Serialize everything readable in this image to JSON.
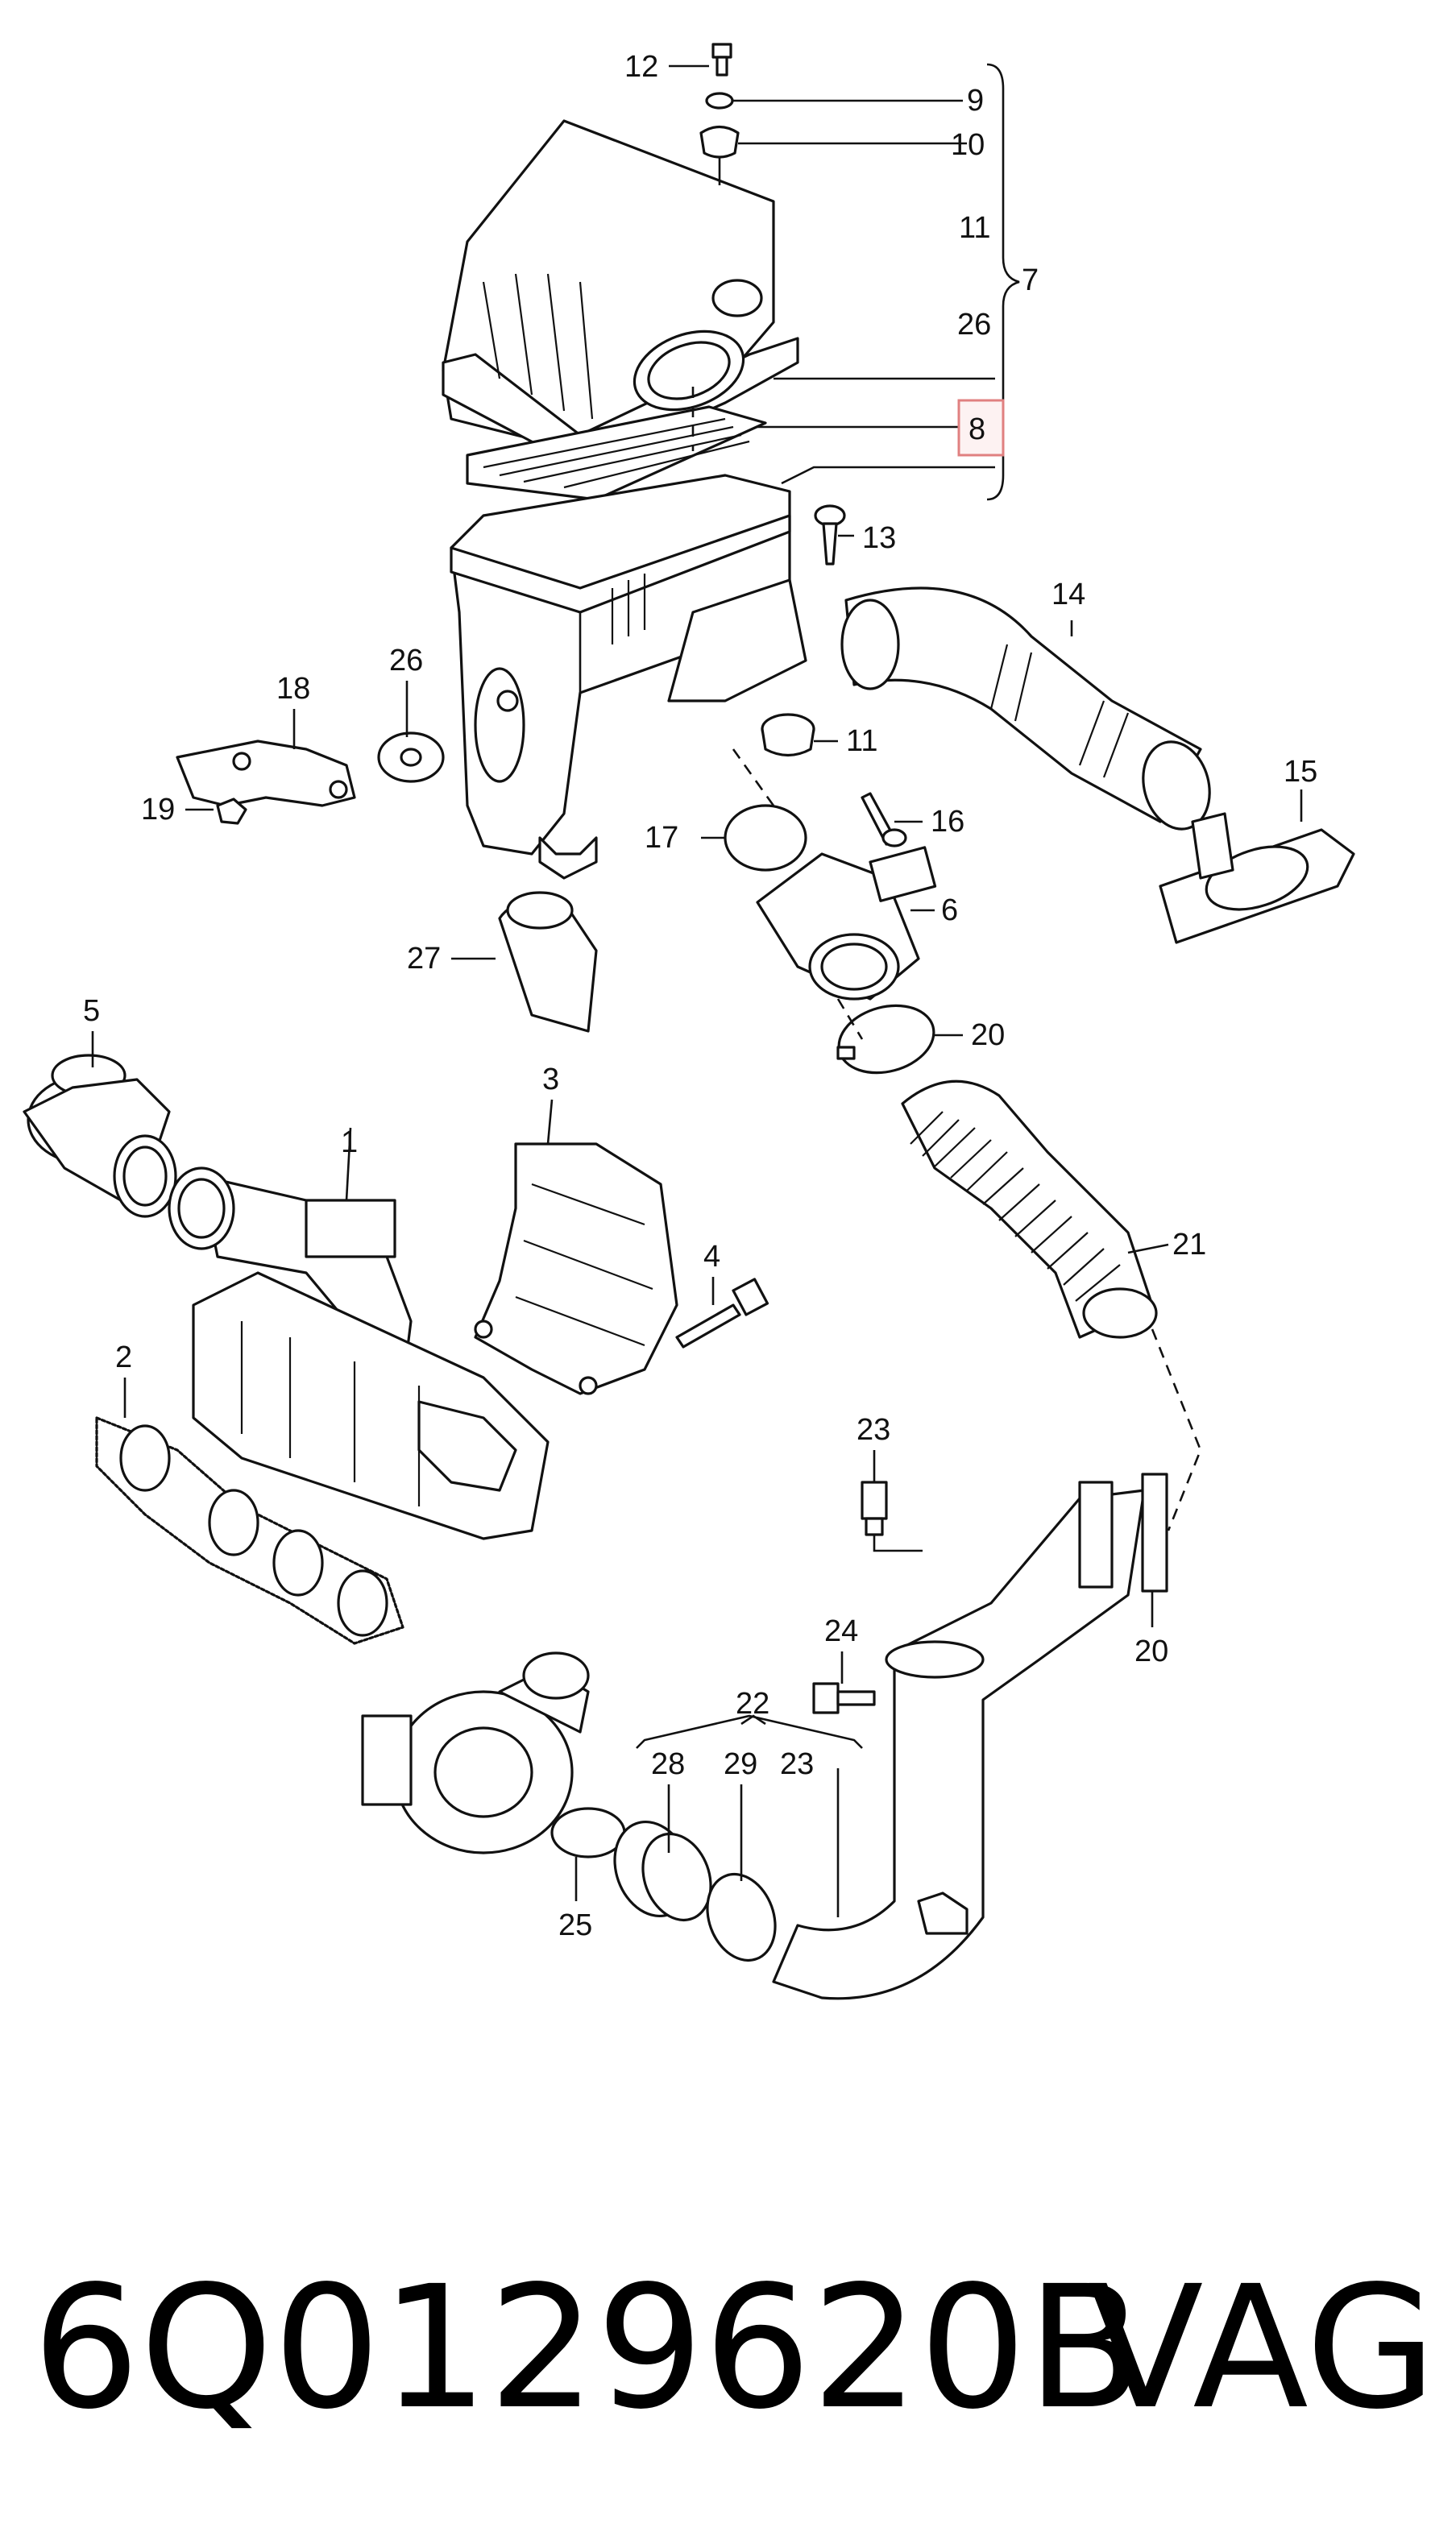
{
  "labels": {
    "l1": "1",
    "l2": "2",
    "l3": "3",
    "l4": "4",
    "l5": "5",
    "l6": "6",
    "l7": "7",
    "l8": "8",
    "l9": "9",
    "l10": "10",
    "l11a": "11",
    "l11b": "11",
    "l12": "12",
    "l13": "13",
    "l14": "14",
    "l15": "15",
    "l16": "16",
    "l17": "17",
    "l18": "18",
    "l19": "19",
    "l20a": "20",
    "l20b": "20",
    "l21": "21",
    "l22": "22",
    "l23a": "23",
    "l23b": "23",
    "l24": "24",
    "l25": "25",
    "l26a": "26",
    "l26b": "26",
    "l27": "27",
    "l28": "28",
    "l29": "29"
  },
  "highlighted_part": "8",
  "highlight_color": "#e08080",
  "footer": {
    "part_number": "6Q0129620B",
    "brand": "VAG"
  }
}
